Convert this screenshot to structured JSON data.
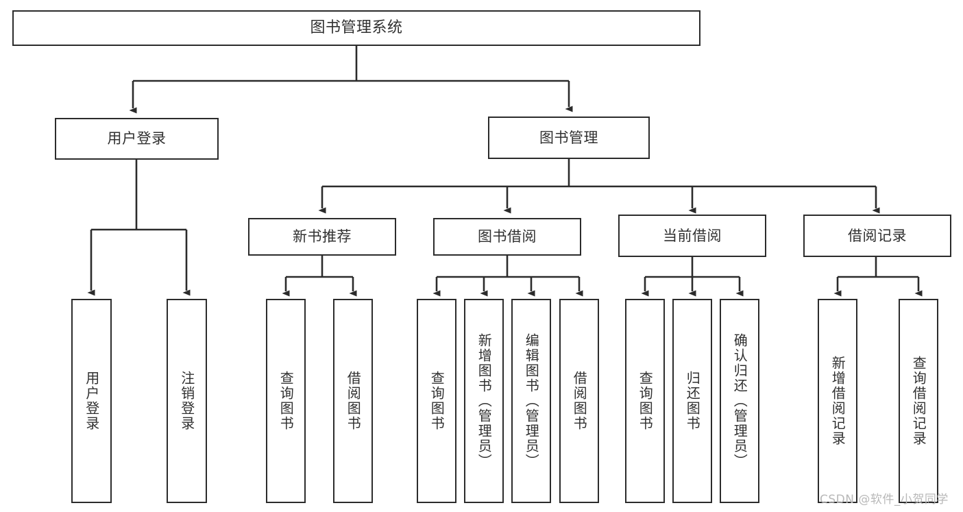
{
  "diagram": {
    "type": "tree",
    "title": "图书管理系统",
    "style": {
      "background": "#ffffff",
      "box_fill": "#ffffff",
      "box_stroke": "#2b2b2b",
      "connector_stroke": "#2b2b2b",
      "text_color": "#303030",
      "watermark_color": "#b8b8b8"
    }
  },
  "root": {
    "label": "图书管理系统"
  },
  "level2": [
    {
      "label": "用户登录"
    },
    {
      "label": "图书管理"
    }
  ],
  "level3": [
    {
      "label": "新书推荐"
    },
    {
      "label": "图书借阅"
    },
    {
      "label": "当前借阅"
    },
    {
      "label": "借阅记录"
    }
  ],
  "leaves": {
    "user_login": [
      {
        "label": "用户登录"
      },
      {
        "label": "注销登录"
      }
    ],
    "new_book_recommend": [
      {
        "label": "查询图书"
      },
      {
        "label": "借阅图书"
      }
    ],
    "book_borrow": [
      {
        "label": "查询图书"
      },
      {
        "label": "新增图书（管理员）"
      },
      {
        "label": "编辑图书（管理员）"
      },
      {
        "label": "借阅图书"
      }
    ],
    "current_borrow": [
      {
        "label": "查询图书"
      },
      {
        "label": "归还图书"
      },
      {
        "label": "确认归还（管理员）"
      }
    ],
    "borrow_record": [
      {
        "label": "新增借阅记录"
      },
      {
        "label": "查询借阅记录"
      }
    ]
  },
  "watermark": {
    "text": "CSDN @软件_小贺同学"
  }
}
